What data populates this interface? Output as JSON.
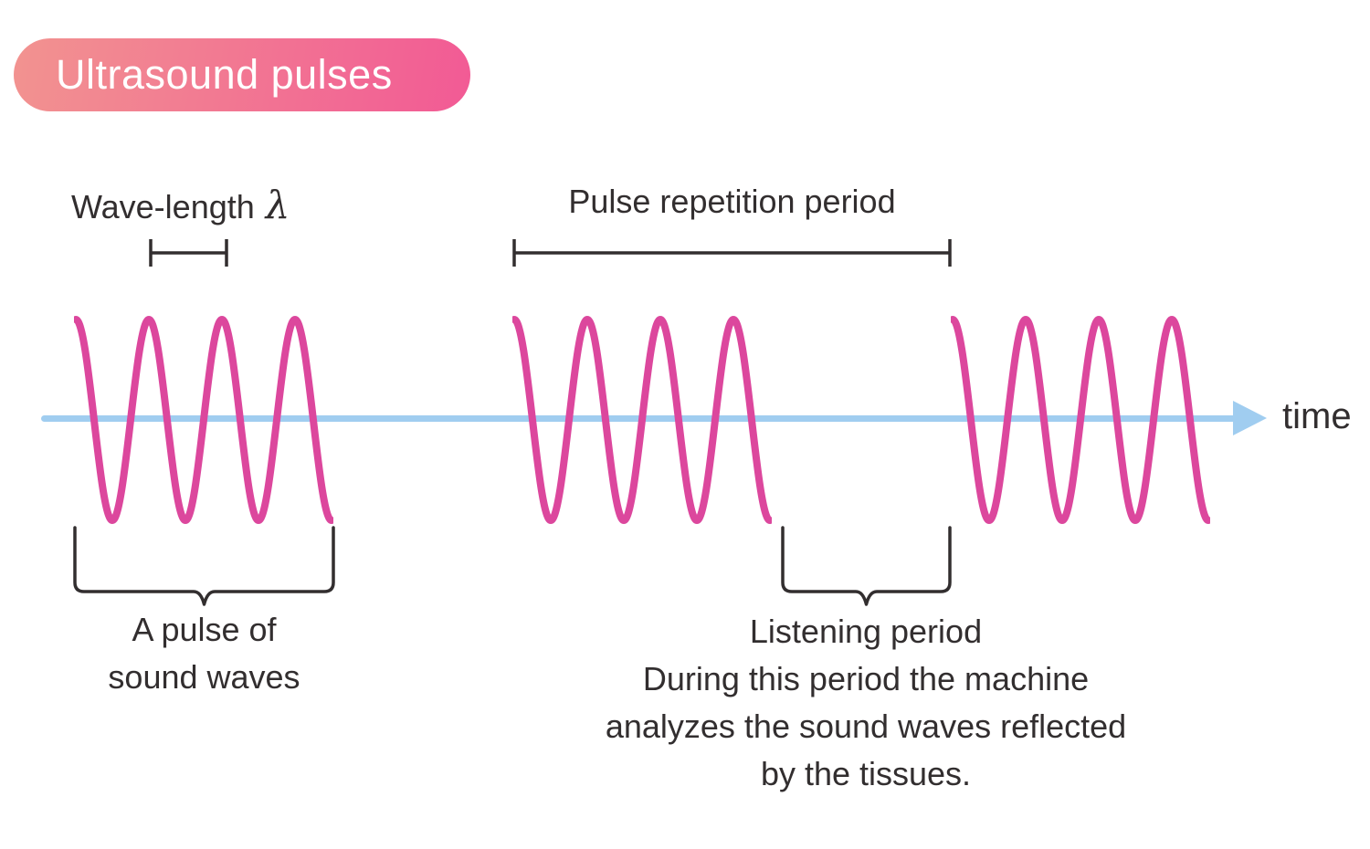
{
  "badge": {
    "label": "Ultrasound pulses"
  },
  "annotations": {
    "wavelength_label": "Wave-length",
    "wavelength_symbol": "λ",
    "pulse_repetition_label": "Pulse repetition period",
    "time_axis_label": "time",
    "pulse_caption": [
      "A pulse of",
      "sound waves"
    ],
    "listening_caption": [
      "Listening period",
      "During this period the machine",
      "analyzes the sound waves reflected",
      "by the tissues."
    ]
  },
  "icons": {
    "timeline_arrowhead": "right-arrowhead-icon"
  },
  "colors": {
    "wave": "#dc479d",
    "timeline": "#a0cdf0",
    "annotation": "#322e2f",
    "badge_start": "#f29390",
    "badge_end": "#f25a95",
    "badge_text": "#ffffff"
  }
}
